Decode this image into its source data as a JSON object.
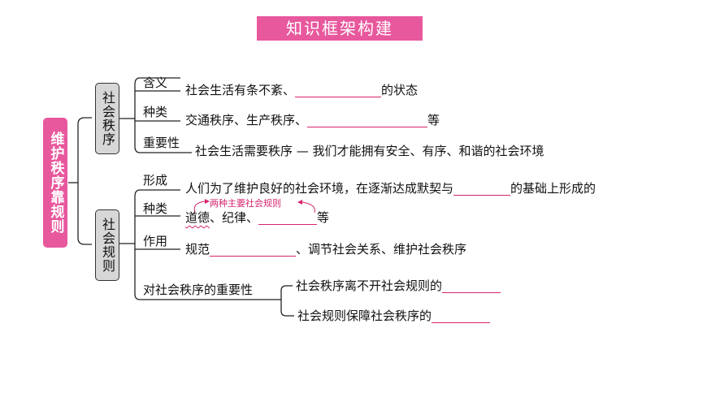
{
  "title": "知识框架构建",
  "root": "维护秩序靠规则",
  "social_order": {
    "label": "社会秩序",
    "meaning": {
      "label": "含义",
      "text_before": "社会生活有条不紊、",
      "text_after": "的状态"
    },
    "types": {
      "label": "种类",
      "text_before": "交通秩序、生产秩序、",
      "text_after": "等"
    },
    "importance": {
      "label": "重要性",
      "text": "社会生活需要秩序 — 我们才能拥有安全、有序、和谐的社会环境"
    }
  },
  "social_rules": {
    "label": "社会规则",
    "formation": {
      "label": "形成",
      "text_before": "人们为了维护良好的社会环境，在逐渐达成默契与",
      "text_after": "的基础上形成的"
    },
    "types": {
      "label": "种类",
      "note": "两种主要社会规则",
      "item1": "道德",
      "sep1": "、纪律、",
      "text_after": "等"
    },
    "function": {
      "label": "作用",
      "text_before": "规范",
      "text_after": "、调节社会关系、维护社会秩序"
    },
    "importance": {
      "label": "对社会秩序的重要性",
      "line1": "社会秩序离不开社会规则的",
      "line2": "社会规则保障社会秩序的"
    }
  },
  "colors": {
    "accent": "#e8589d",
    "blank_line": "#d6246e",
    "node_fill": "#d7d7d7"
  }
}
